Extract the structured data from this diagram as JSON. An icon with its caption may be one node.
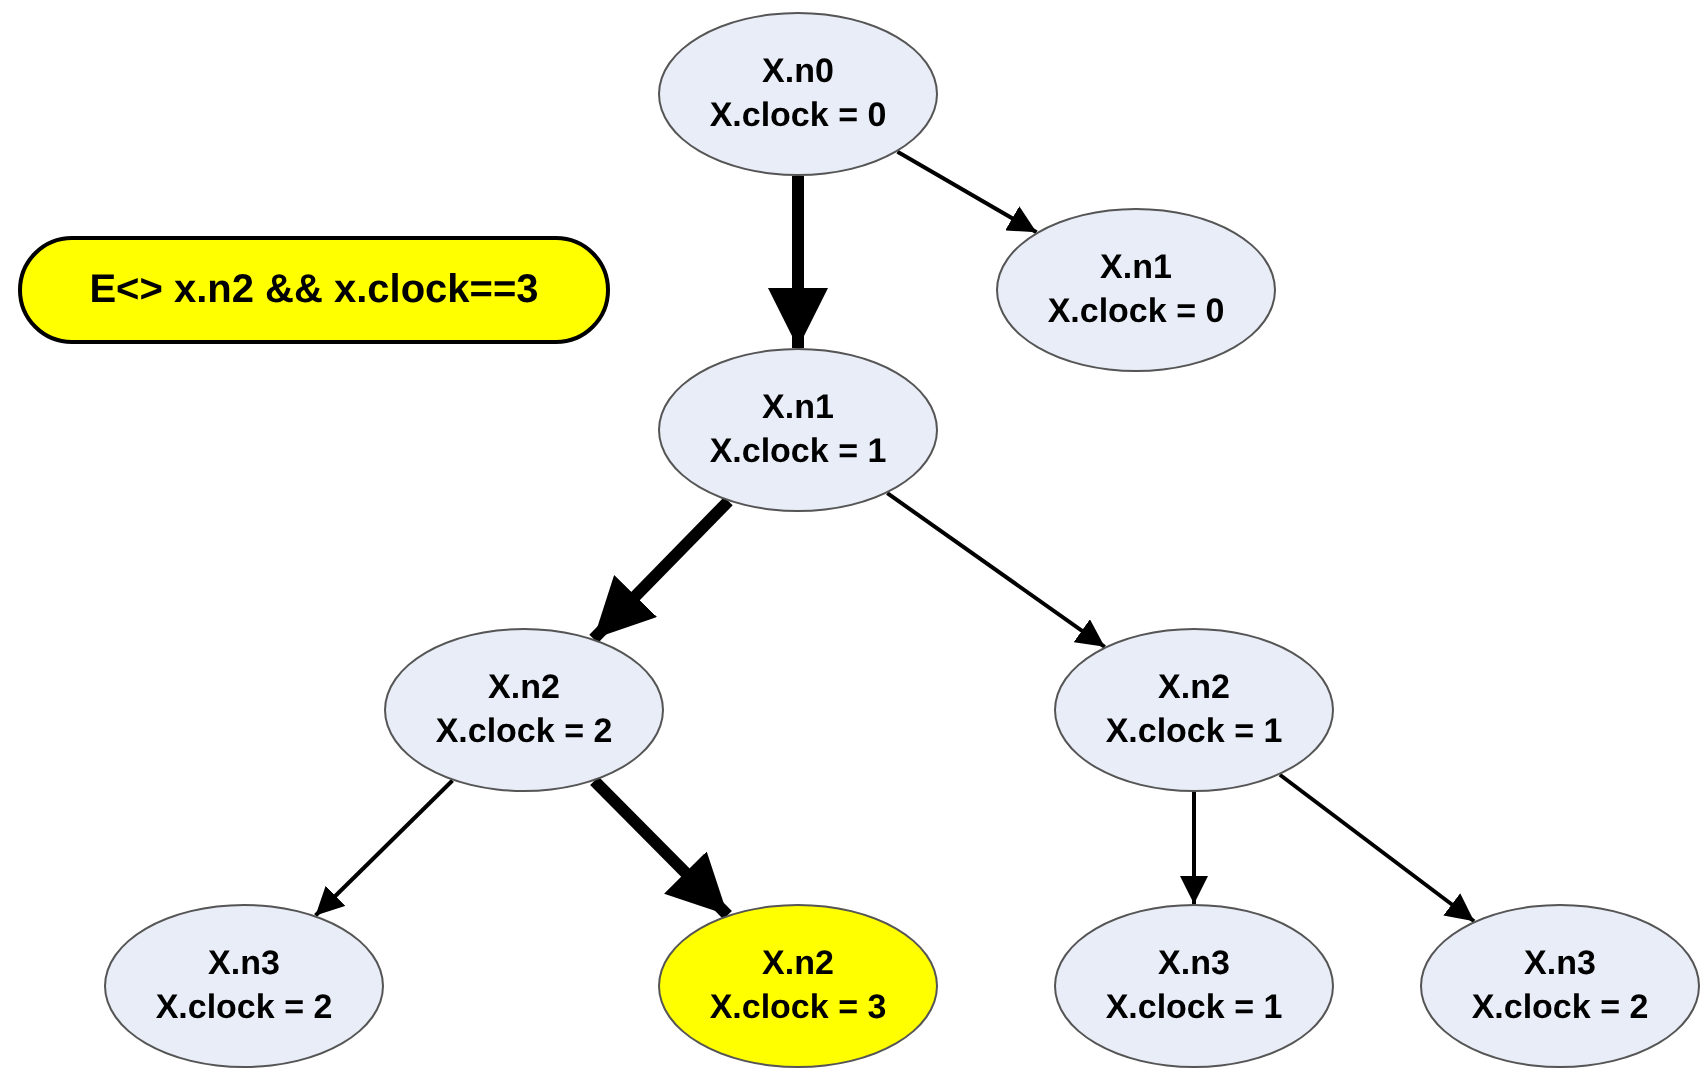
{
  "diagram": {
    "nodes": [
      {
        "text": [
          "E<> x.n2 && x.clock==3"
        ]
      },
      {
        "text": [
          "X.n0",
          "X.clock = 0"
        ]
      },
      {
        "text": [
          "X.n1",
          "X.clock = 0"
        ]
      },
      {
        "text": [
          "X.n1",
          "X.clock = 1"
        ]
      },
      {
        "text": [
          "X.n2",
          "X.clock = 2"
        ]
      },
      {
        "text": [
          "X.n2",
          "X.clock = 1"
        ]
      },
      {
        "text": [
          "X.n3",
          "X.clock = 2"
        ]
      },
      {
        "text": [
          "X.n2",
          "X.clock = 3"
        ]
      },
      {
        "text": [
          "X.n3",
          "X.clock = 1"
        ]
      },
      {
        "text": [
          "X.n3",
          "X.clock = 2"
        ]
      }
    ],
    "edges": [
      {
        "from": 1,
        "to": 3,
        "arrow": "to",
        "style": "thick"
      },
      {
        "from": 1,
        "to": 2,
        "arrow": "to"
      },
      {
        "from": 3,
        "to": 4,
        "arrow": "to",
        "style": "thick"
      },
      {
        "from": 3,
        "to": 5,
        "arrow": "to"
      },
      {
        "from": 4,
        "to": 6,
        "arrow": "to"
      },
      {
        "from": 4,
        "to": 7,
        "arrow": "to",
        "style": "thick"
      },
      {
        "from": 5,
        "to": 8,
        "arrow": "to"
      },
      {
        "from": 5,
        "to": 9,
        "arrow": "to"
      }
    ]
  }
}
